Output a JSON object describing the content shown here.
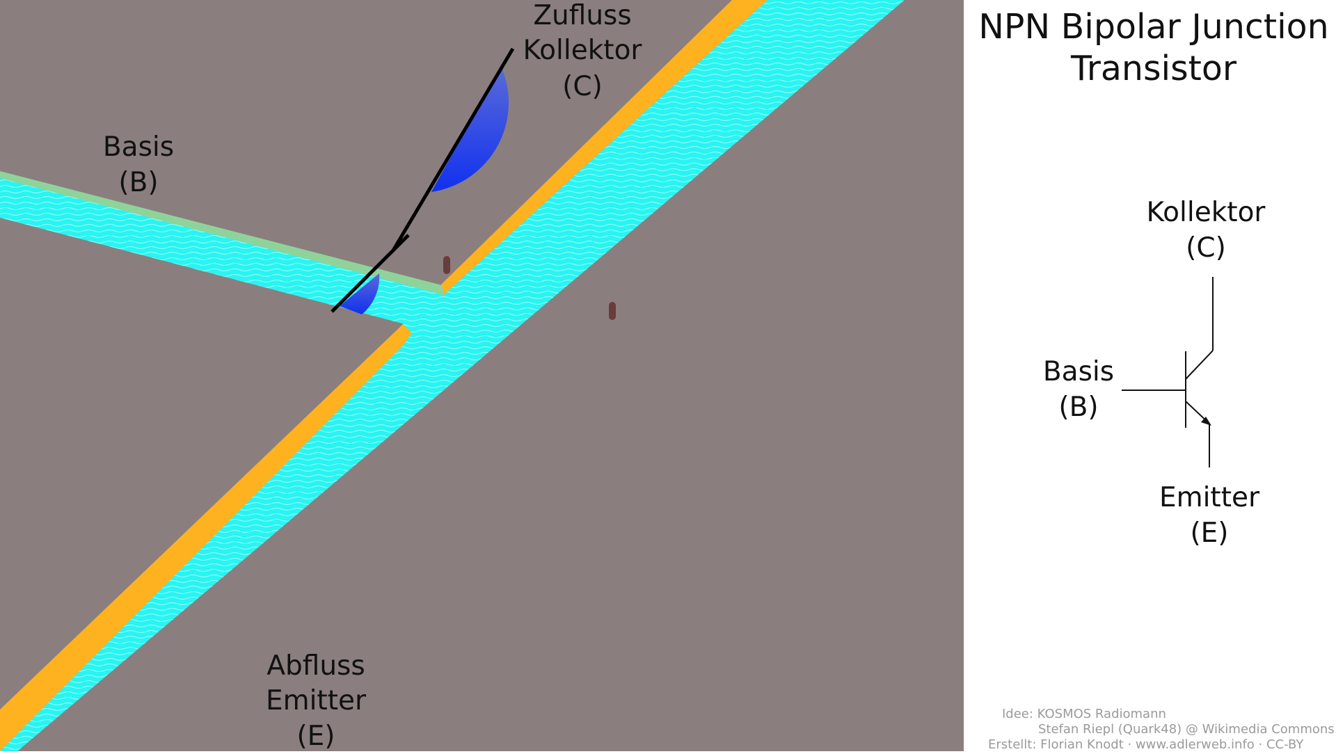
{
  "title": {
    "line1": "NPN Bipolar Junction",
    "line2": "Transistor"
  },
  "diagram": {
    "collector_label": {
      "line1": "Zufluss",
      "line2": "Kollektor",
      "line3": "(C)"
    },
    "base_label": {
      "line1": "Basis",
      "line2": "(B)"
    },
    "emitter_label": {
      "line1": "Abfluss",
      "line2": "Emitter",
      "line3": "(E)"
    }
  },
  "symbol": {
    "collector_label": {
      "line1": "Kollektor",
      "line2": "(C)"
    },
    "base_label": {
      "line1": "Basis",
      "line2": "(B)"
    },
    "emitter_label": {
      "line1": "Emitter",
      "line2": "(E)"
    }
  },
  "credits": {
    "line1": "Idee: KOSMOS Radiomann",
    "line2": "Stefan Riepl (Quark48) @ Wikimedia Commons",
    "line3": "Erstellt: Florian Knodt · www.adlerweb.info · CC-BY"
  },
  "colors": {
    "ground": "#8a7f7e",
    "water": "#29f4f1",
    "bank": "#ffb21f",
    "base_edge": "#90d39a",
    "flap": "#1f3fe8",
    "symbol_line": "#111111"
  }
}
